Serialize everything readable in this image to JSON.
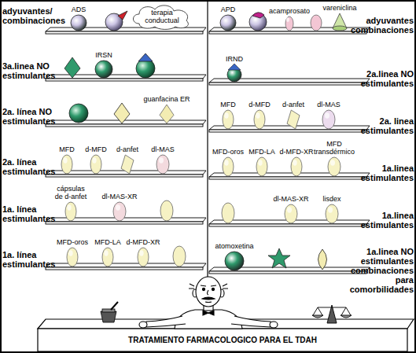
{
  "diagram": {
    "title": "TRATAMIENTO FARMACOLOGICO PARA EL TDAH",
    "nodes": [
      {
        "text": [
          "ADS"
        ]
      },
      {
        "text": [
          "terapia conductual"
        ]
      },
      {
        "text": [
          "IRSN"
        ]
      },
      {
        "text": [
          "guanfacina ER"
        ]
      },
      {
        "text": [
          "MFD"
        ]
      },
      {
        "text": [
          "d-MFD"
        ]
      },
      {
        "text": [
          "d-anfet"
        ]
      },
      {
        "text": [
          "dl-MAS"
        ]
      },
      {
        "text": [
          "cápsulas de d-anfet"
        ]
      },
      {
        "text": [
          "dl-MAS-XR"
        ]
      },
      {
        "text": [
          "MFD-oros"
        ]
      },
      {
        "text": [
          "MFD-LA"
        ]
      },
      {
        "text": [
          "d-MFD-XR"
        ]
      },
      {
        "text": [
          "APD"
        ]
      },
      {
        "text": [
          "acamprosato"
        ]
      },
      {
        "text": [
          "vareniclina"
        ]
      },
      {
        "text": [
          "IRND"
        ]
      },
      {
        "text": [
          "MFD"
        ]
      },
      {
        "text": [
          "d-MFD"
        ]
      },
      {
        "text": [
          "d-anfet"
        ]
      },
      {
        "text": [
          "dl-MAS"
        ]
      },
      {
        "text": [
          "MFD-oros"
        ]
      },
      {
        "text": [
          "MFD-LA"
        ]
      },
      {
        "text": [
          "d-MFD-XR"
        ]
      },
      {
        "text": [
          "MFD transdérmico"
        ]
      },
      {
        "text": [
          "dl-MAS-XR"
        ]
      },
      {
        "text": [
          "lisdex"
        ]
      },
      {
        "text": [
          "atomoxetina"
        ]
      }
    ],
    "labels": [
      "adyuvantes/ combinaciones",
      "3a.linea NO estimulantes",
      "2a. línea NO estimulantes",
      "2a. línea estimulantes",
      "1a. línea estimulantes",
      "1a. línea estimulantes",
      "adyuvantes combinaciones",
      "2a.linea NO estimulantes",
      "2a. linea estimulantes",
      "1a.linea estimulantes",
      "1a.linea estimulantes",
      "1a.linea NO estimulantes combinaciones para comorbilidades"
    ]
  }
}
